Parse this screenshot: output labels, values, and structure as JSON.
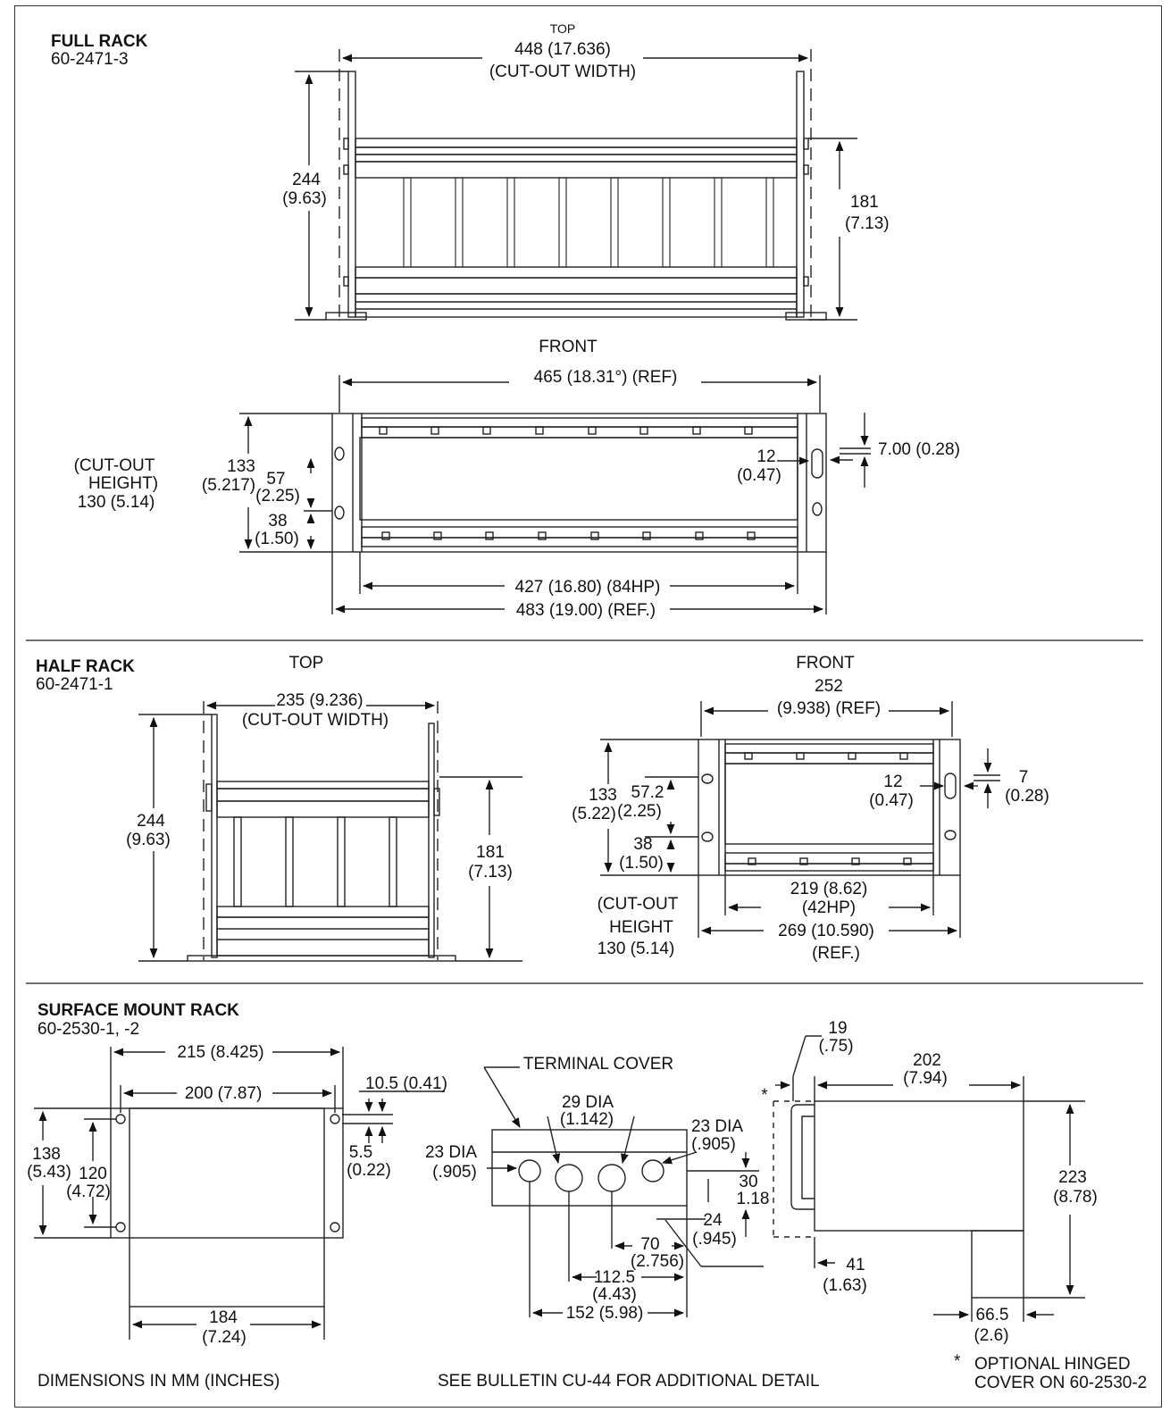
{
  "full_rack": {
    "title": "FULL RACK",
    "part": "60-2471-3",
    "top": {
      "view_label": "TOP",
      "width_dim": "448 (17.636)",
      "width_note": "(CUT-OUT WIDTH)",
      "depth_mm": "244",
      "depth_in": "(9.63)",
      "height_mm": "181",
      "height_in": "(7.13)"
    },
    "front": {
      "view_label": "FRONT",
      "ref_width": "465 (18.31°) (REF)",
      "cutout_line1": "(CUT-OUT",
      "cutout_line2": "HEIGHT)",
      "cutout_line3": "130 (5.14)",
      "h133": "133",
      "h133_in": "(5.217)",
      "h57": "57",
      "h57_in": "(2.25)",
      "h38": "38",
      "h38_in": "(1.50)",
      "slot_w": "12",
      "slot_w_in": "(0.47)",
      "slot_h": "7.00 (0.28)",
      "inner_width": "427 (16.80)  (84HP)",
      "outer_width": "483 (19.00) (REF.)"
    }
  },
  "half_rack": {
    "title": "HALF RACK",
    "part": "60-2471-1",
    "top": {
      "view_label": "TOP",
      "width_dim": "235 (9.236)",
      "width_note": "(CUT-OUT WIDTH)",
      "depth_mm": "244",
      "depth_in": "(9.63)",
      "height_mm": "181",
      "height_in": "(7.13)"
    },
    "front": {
      "view_label": "FRONT",
      "ref_mm": "252",
      "ref_in": "(9.938) (REF)",
      "h133": "133",
      "h133_in": "(5.22)",
      "h57": "57.2",
      "h57_in": "(2.25)",
      "h38": "38",
      "h38_in": "(1.50)",
      "slot_w": "12",
      "slot_w_in": "(0.47)",
      "slot_h": "7",
      "slot_h_in": "(0.28)",
      "cutout_line1": "(CUT-OUT",
      "cutout_line2": "HEIGHT",
      "cutout_line3": "130 (5.14)",
      "inner_width": "219 (8.62)",
      "inner_hp": "(42HP)",
      "outer_width": "269 (10.590)",
      "outer_ref": "(REF.)"
    }
  },
  "surface_mount": {
    "title": "SURFACE MOUNT RACK",
    "part": "60-2530-1, -2",
    "front": {
      "w215": "215  (8.425)",
      "w200": "200  (7.87)",
      "h138": "138",
      "h138_in": "(5.43)",
      "h120": "120",
      "h120_in": "(4.72)",
      "hole_d": "10.5 (0.41)",
      "hole_off": "5.5",
      "hole_off_in": "(0.22)",
      "w184": "184",
      "w184_in": "(7.24)"
    },
    "bottom": {
      "terminal_cover": "TERMINAL COVER",
      "dia29": "29 DIA",
      "dia29_in": "(1.142)",
      "dia23_r": "23 DIA",
      "dia23_r_in": "(.905)",
      "dia23_l": "23 DIA",
      "dia23_l_in": "(.905)",
      "d30": "30",
      "d30_in": "1.18",
      "d24": "24",
      "d24_in": "(.945)",
      "d70": "70",
      "d70_in": "(2.756)",
      "d1125": "112.5",
      "d1125_in": "(4.43)",
      "d152": "152 (5.98)"
    },
    "side": {
      "d19": "19",
      "d19_in": "(.75)",
      "d202": "202",
      "d202_in": "(7.94)",
      "d223": "223",
      "d223_in": "(8.78)",
      "d41": "41",
      "d41_in": "(1.63)",
      "d665": "66.5",
      "d665_in": "(2.6)",
      "asterisk": "*"
    }
  },
  "footer": {
    "units_note": "DIMENSIONS IN MM (INCHES)",
    "bulletin_note": "SEE BULLETIN CU-44 FOR ADDITIONAL DETAIL",
    "optional_star": "*",
    "optional_line1": "OPTIONAL HINGED",
    "optional_line2": "COVER ON 60-2530-2"
  }
}
